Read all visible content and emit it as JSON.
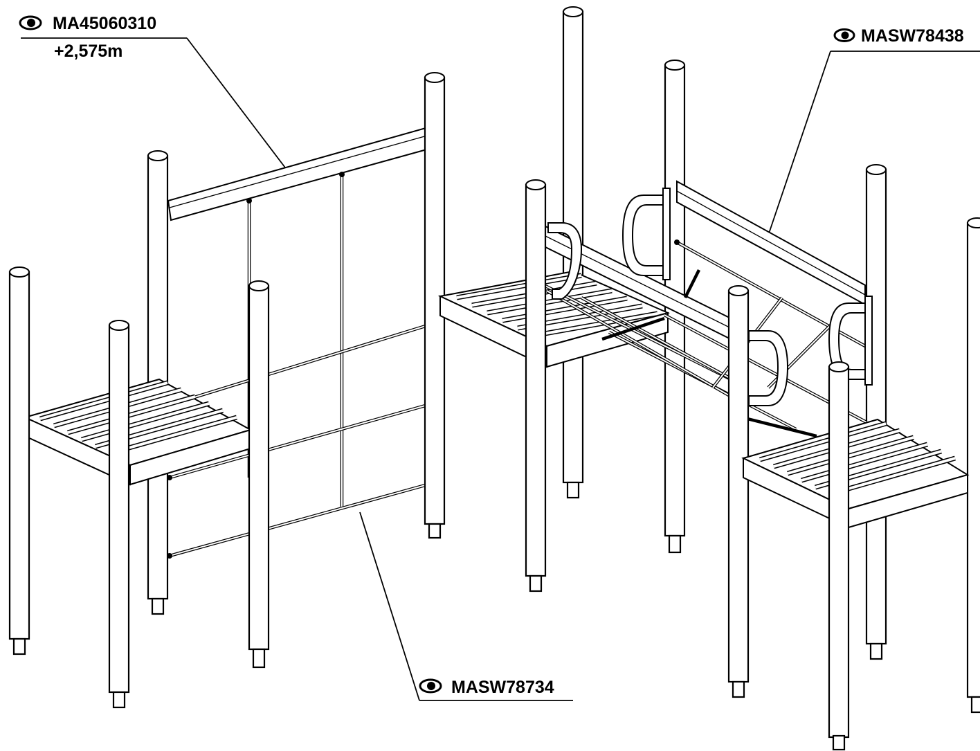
{
  "labels": {
    "part_1": {
      "code": "MA45060310",
      "height": "+2,575m",
      "icon": "eye-icon"
    },
    "part_2": {
      "code": "MASW78438",
      "icon": "eye-icon"
    },
    "part_3": {
      "code": "MASW78734",
      "icon": "eye-icon"
    }
  }
}
